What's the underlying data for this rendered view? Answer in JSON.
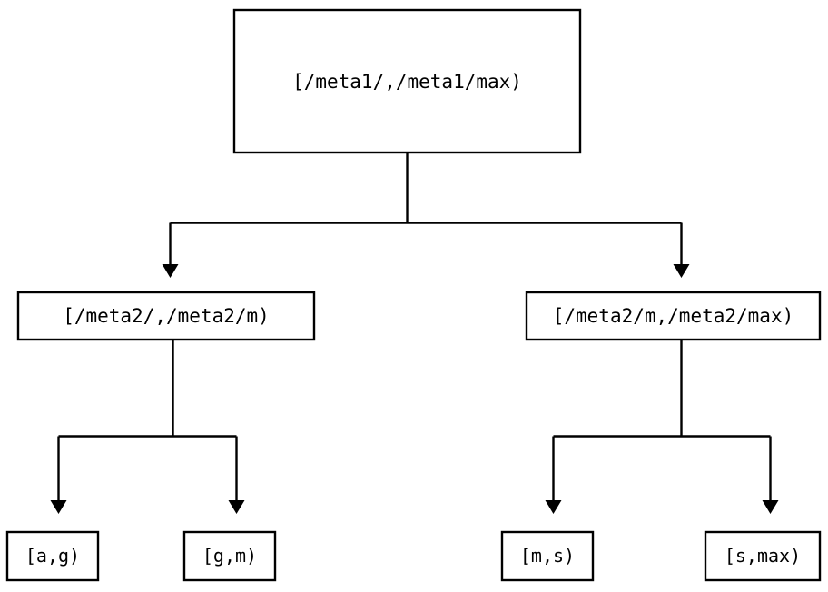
{
  "diagram": {
    "type": "tree",
    "title": "",
    "orientation": "top-down",
    "edge_style": "orthogonal-elbow",
    "arrowhead": "filled-triangle",
    "colors": {
      "background": "#ffffff",
      "stroke": "#000000",
      "box_fill": "#ffffff",
      "text": "#000000"
    },
    "levels": [
      {
        "level": 0,
        "nodes": [
          {
            "id": "root",
            "label": "[/meta1/,/meta1/max)"
          }
        ]
      },
      {
        "level": 1,
        "nodes": [
          {
            "id": "mid-left",
            "label": "[/meta2/,/meta2/m)"
          },
          {
            "id": "mid-right",
            "label": "[/meta2/m,/meta2/max)"
          }
        ]
      },
      {
        "level": 2,
        "nodes": [
          {
            "id": "leaf-a-g",
            "label": "[a,g)"
          },
          {
            "id": "leaf-g-m",
            "label": "[g,m)"
          },
          {
            "id": "leaf-m-s",
            "label": "[m,s)"
          },
          {
            "id": "leaf-s-max",
            "label": "[s,max)"
          }
        ]
      }
    ],
    "edges": [
      {
        "from": "root",
        "to": "mid-left"
      },
      {
        "from": "root",
        "to": "mid-right"
      },
      {
        "from": "mid-left",
        "to": "leaf-a-g"
      },
      {
        "from": "mid-left",
        "to": "leaf-g-m"
      },
      {
        "from": "mid-right",
        "to": "leaf-m-s"
      },
      {
        "from": "mid-right",
        "to": "leaf-s-max"
      }
    ]
  }
}
